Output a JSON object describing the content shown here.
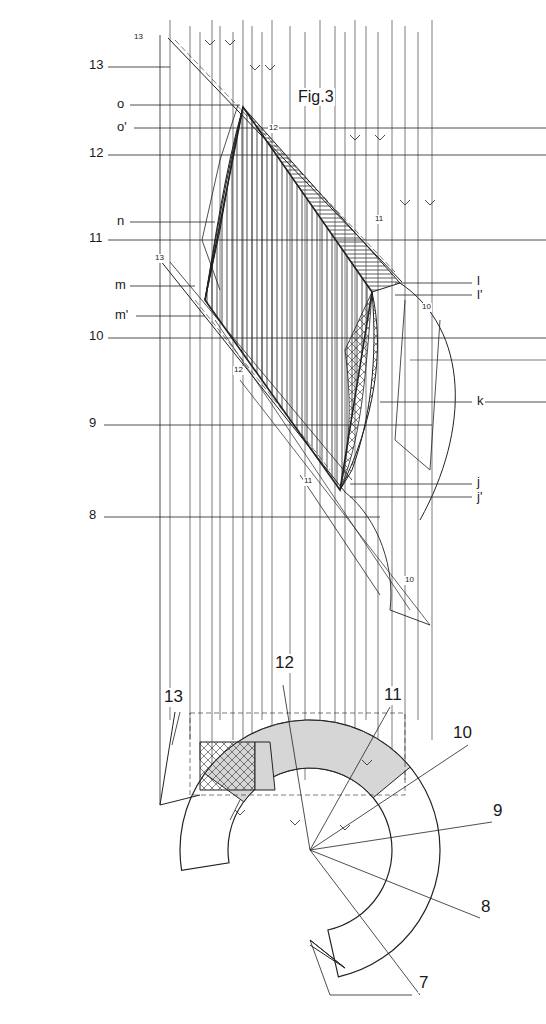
{
  "diagram": {
    "title": "Fig.3",
    "labels": [
      "13",
      "o",
      "o'",
      "12",
      "n",
      "11",
      "m",
      "m'",
      "10",
      "9",
      "8",
      "l",
      "l'",
      "k",
      "j",
      "j'",
      "13",
      "12",
      "11",
      "10",
      "13",
      "12",
      "11",
      "10",
      "13",
      "12",
      "11",
      "10",
      "9",
      "8",
      "7"
    ]
  }
}
